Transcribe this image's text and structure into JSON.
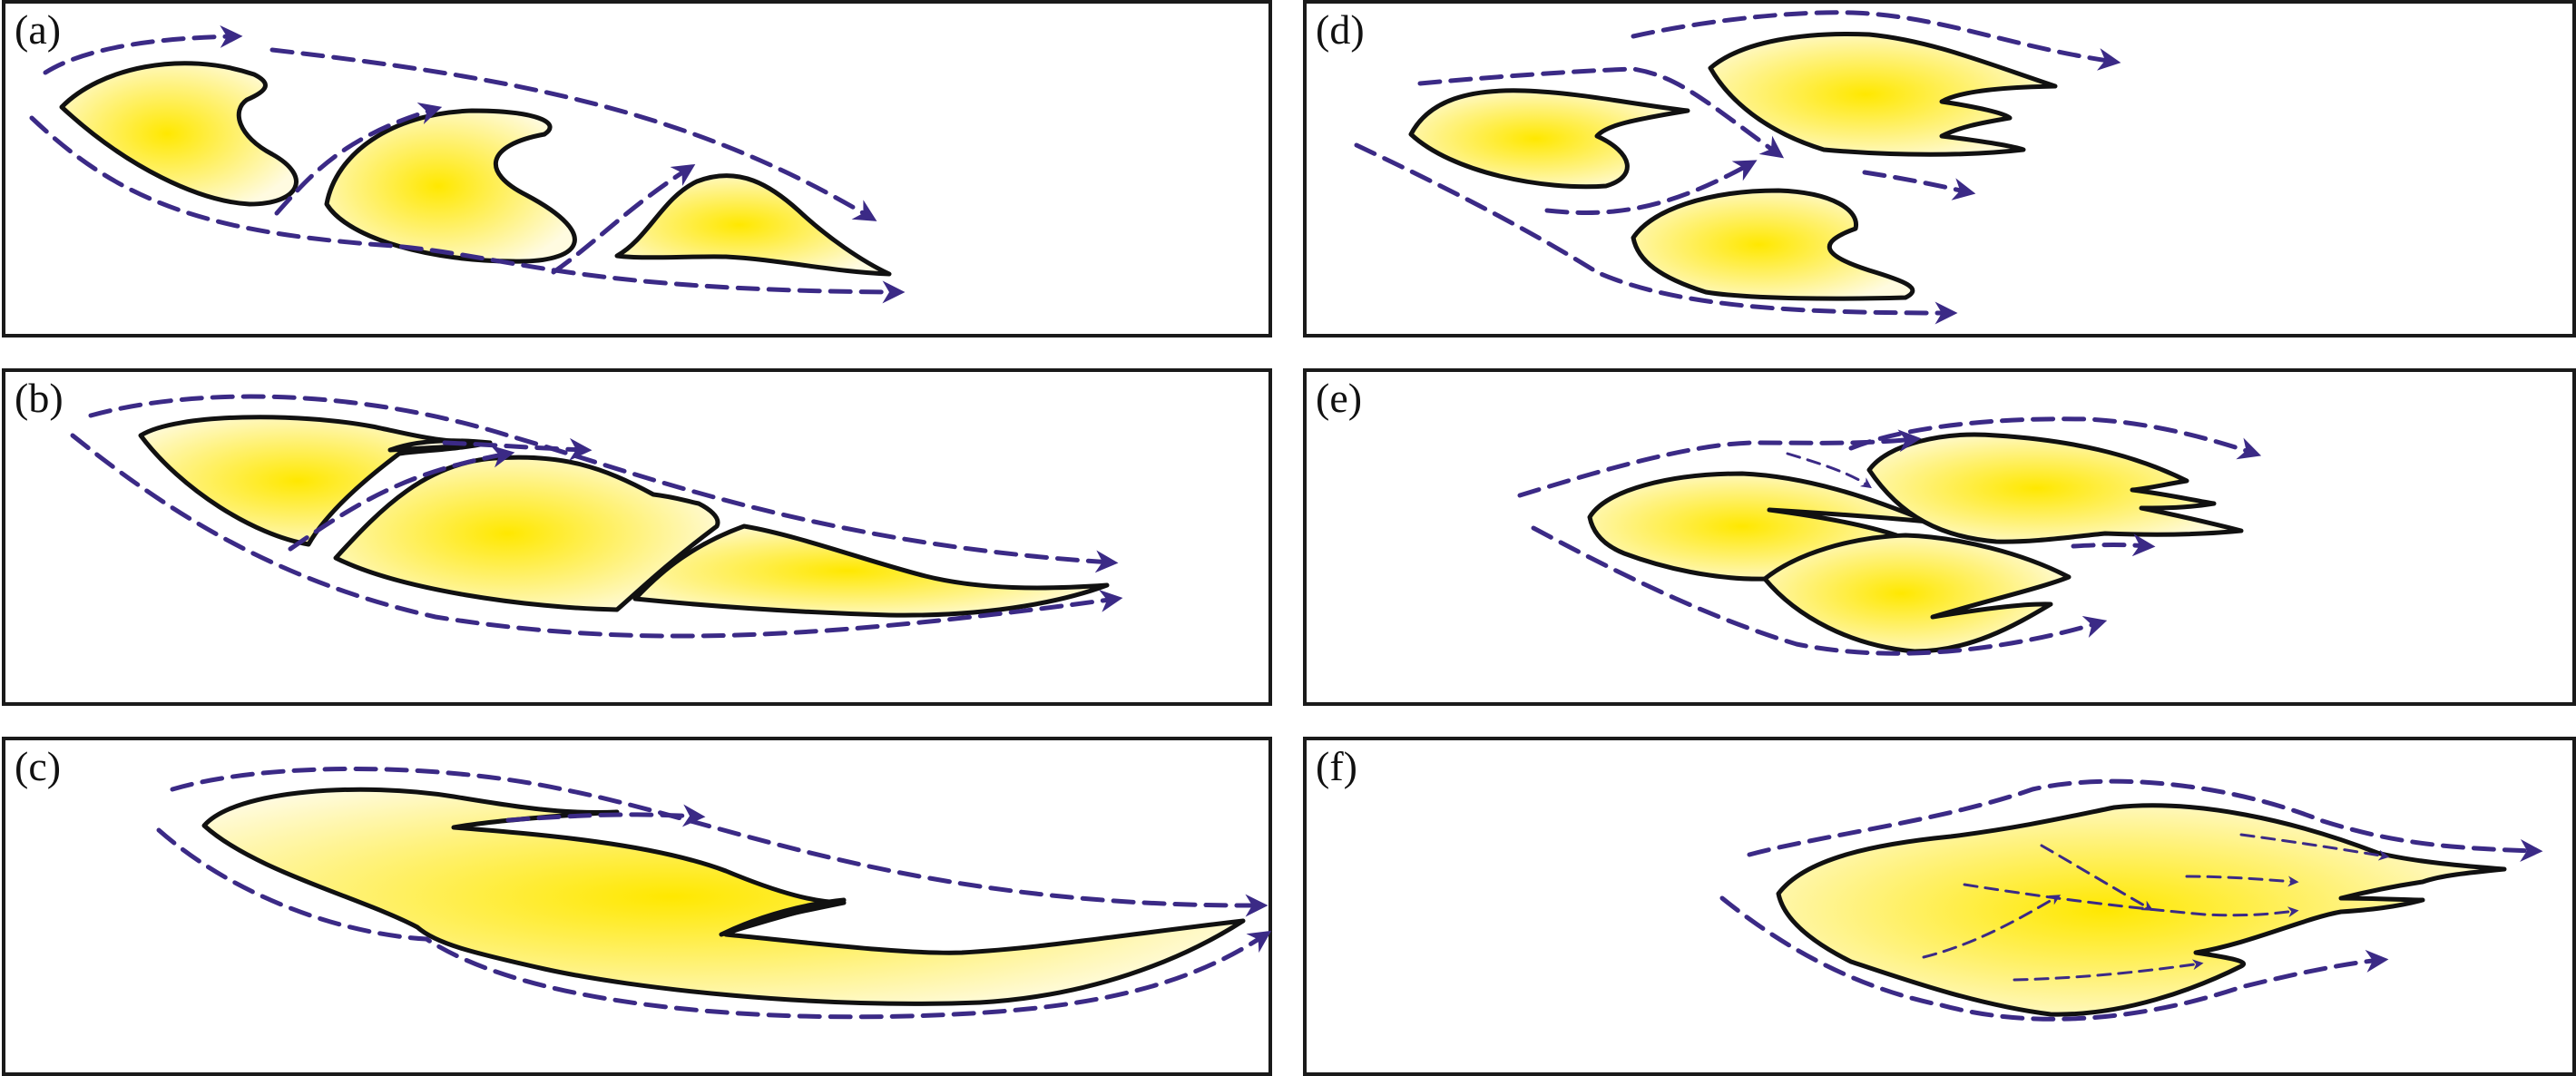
{
  "panels": [
    {
      "id": "a",
      "label": "(a)"
    },
    {
      "id": "b",
      "label": "(b)"
    },
    {
      "id": "c",
      "label": "(c)"
    },
    {
      "id": "d",
      "label": "(d)"
    },
    {
      "id": "e",
      "label": "(e)"
    },
    {
      "id": "f",
      "label": "(f)"
    }
  ],
  "colors": {
    "arrow": "#3b2a86",
    "blob_center": "#ffe800",
    "blob_edge": "#fffbe0",
    "outline": "#111111"
  }
}
